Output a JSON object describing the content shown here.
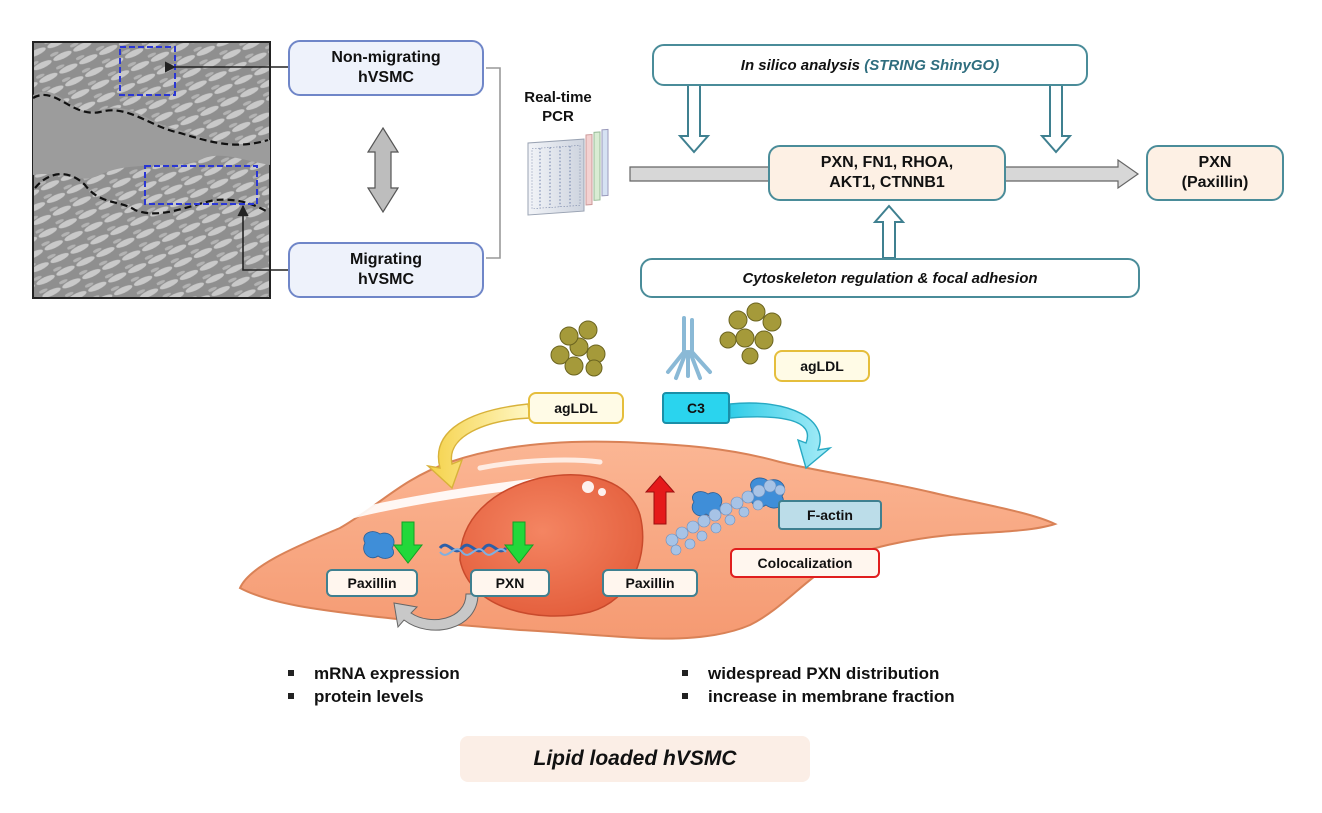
{
  "top_left": {
    "non_migrating": "Non-migrating\nhVSMC",
    "migrating": "Migrating\nhVSMC"
  },
  "pcr_label": "Real-time\nPCR",
  "in_silico": {
    "prefix": "In silico analysis ",
    "tools": "(STRING ShinyGO)"
  },
  "gene_box": "PXN, FN1, RHOA,\nAKT1, CTNNB1",
  "result_box": "PXN\n(Paxillin)",
  "cytoskeleton": "Cytoskeleton regulation & focal adhesion",
  "cell": {
    "agldl_left": "agLDL",
    "c3": "C3",
    "agldl_right": "agLDL",
    "paxillin_left": "Paxillin",
    "pxn": "PXN",
    "paxillin_right": "Paxillin",
    "factin": "F-actin",
    "colocalization": "Colocalization"
  },
  "bullets_left": [
    "mRNA expression",
    "protein levels"
  ],
  "bullets_right": [
    "widespread PXN distribution",
    "increase in membrane fraction"
  ],
  "footer": "Lipid loaded hVSMC",
  "colors": {
    "cell_fill": "#f9a67f",
    "nucleus": "#ee6a47",
    "c3_box": "#2ad4ee",
    "down_arrow": "#22d83a",
    "up_arrow": "#e51a1a",
    "teal_border": "#4a8c99"
  }
}
